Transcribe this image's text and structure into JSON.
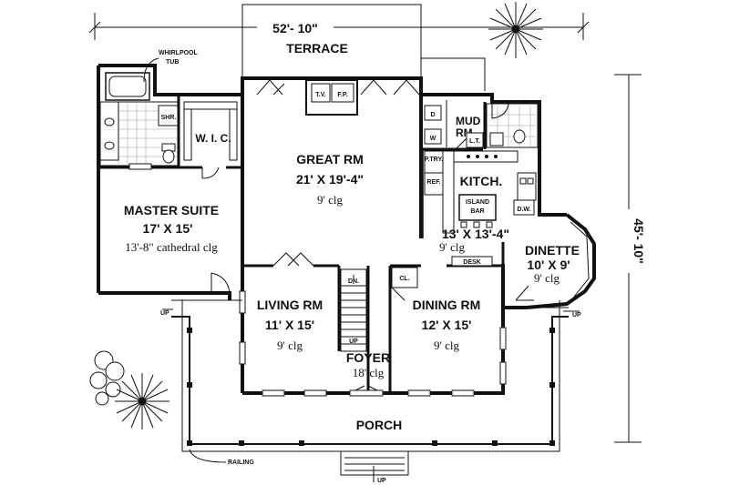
{
  "dimensions": {
    "width": "52'- 10\"",
    "depth": "45'- 10\""
  },
  "rooms": {
    "terrace": "TERRACE",
    "great_rm": {
      "name": "GREAT RM",
      "size": "21' X 19'-4\"",
      "ceiling": "9' clg"
    },
    "master_suite": {
      "name": "MASTER SUITE",
      "size": "17' X 15'",
      "ceiling": "13'-8\" cathedral clg"
    },
    "wic": "W. I. C.",
    "whirlpool": [
      "WHIRLPOOL",
      "TUB"
    ],
    "shr": "SHR.",
    "mud_rm": [
      "MUD",
      "RM"
    ],
    "kitchen": {
      "name": "KITCH.",
      "size": "13' X 13'-4\"",
      "ceiling": "9' clg"
    },
    "island_bar": [
      "ISLAND",
      "BAR"
    ],
    "dinette": {
      "name": "DINETTE",
      "size": "10' X 9'",
      "ceiling": "9' clg"
    },
    "living_rm": {
      "name": "LIVING RM",
      "size": "11' X 15'",
      "ceiling": "9' clg"
    },
    "dining_rm": {
      "name": "DINING RM",
      "size": "12' X 15'",
      "ceiling": "9' clg"
    },
    "foyer": {
      "name": "FOYER",
      "ceiling": "18' clg"
    },
    "porch": "PORCH"
  },
  "fixtures": {
    "tv": "T.V.",
    "fp": "F.P.",
    "d": "D",
    "w": "W",
    "lt": "L.T.",
    "ptry": "P.TRY.",
    "ref": "REF.",
    "dw": "D.W.",
    "desk": "DESK",
    "cl": "CL.",
    "dn": "DN.",
    "up": "UP",
    "railing": "RAILING"
  }
}
